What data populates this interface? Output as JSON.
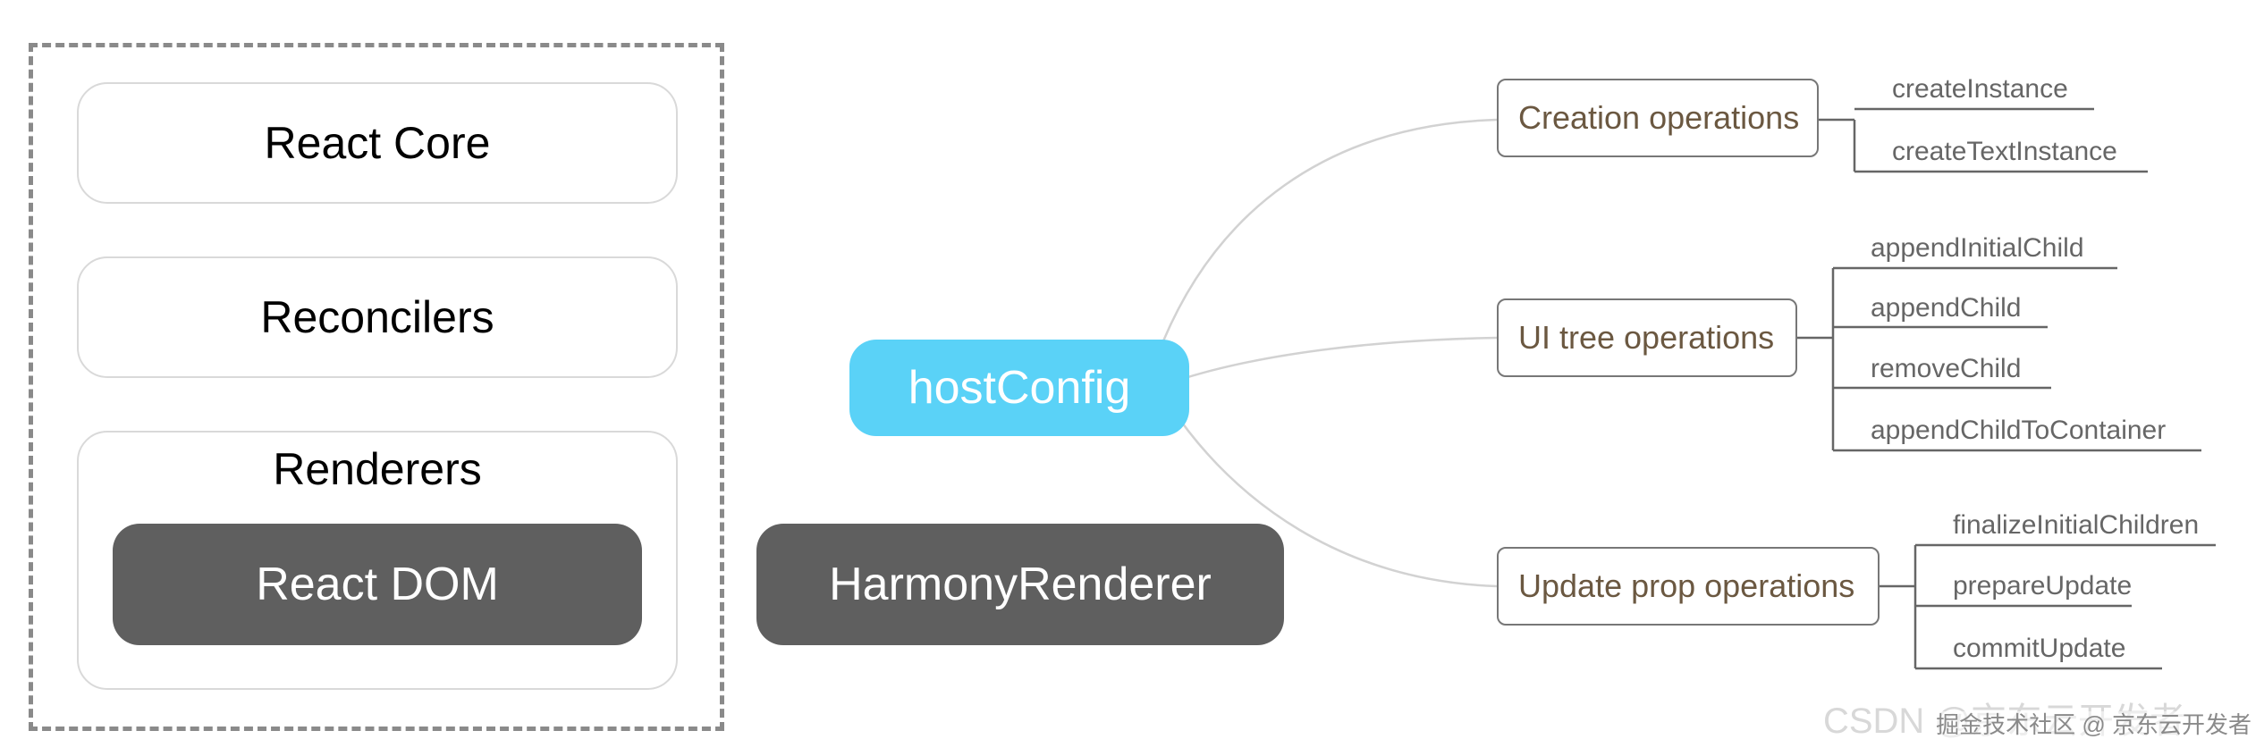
{
  "architecture": {
    "layers": [
      "React Core",
      "Reconcilers",
      "Renderers"
    ],
    "renderer": "React DOM"
  },
  "harmony_renderer": "HarmonyRenderer",
  "mindmap": {
    "root": "hostConfig",
    "branches": [
      {
        "label": "Creation operations",
        "children": [
          "createInstance",
          "createTextInstance"
        ]
      },
      {
        "label": "UI tree operations",
        "children": [
          "appendInitialChild",
          "appendChild",
          "removeChild",
          "appendChildToContainer"
        ]
      },
      {
        "label": "Update prop operations",
        "children": [
          "finalizeInitialChildren",
          "prepareUpdate",
          "commitUpdate"
        ]
      }
    ]
  },
  "watermark": {
    "text": "CSDN @京东云开发者",
    "overlay": "掘金技术社区 @ 京东云开发者"
  },
  "colors": {
    "root": "#5ad2f7",
    "dark_box": "#5f5f5f",
    "branch_text": "#6b5841",
    "leaf_text": "#666666"
  }
}
